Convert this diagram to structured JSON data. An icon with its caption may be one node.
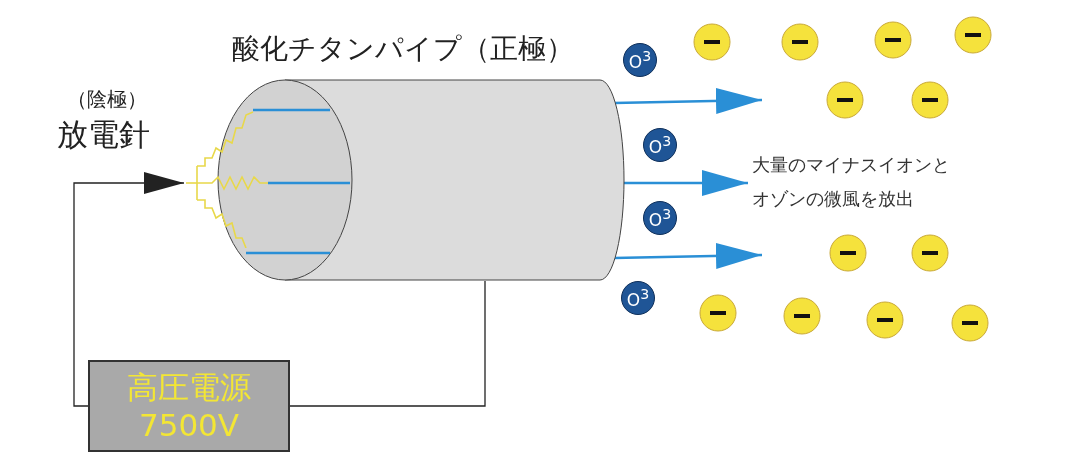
{
  "diagram": {
    "nodes": [
      {
        "text": [
          "（陰極）",
          "放電針"
        ]
      },
      {
        "text": [
          "酸化チタンパイプ（正極）"
        ]
      },
      {
        "text": [
          "O$^{3}$"
        ]
      },
      {
        "text": [
          "O$^{3}$"
        ]
      },
      {
        "text": [
          "O$^{3}$"
        ]
      },
      {
        "text": [
          "O$^{3}$"
        ]
      },
      {
        "text": [
          "大量のマイナスイオンとオゾンの微風を放出"
        ]
      },
      {
        "text": [
          "高圧電源",
          "7500V"
        ]
      }
    ],
    "edges": [
      {
        "from": 7,
        "to": 0,
        "arrow": "to",
        "color": "#222222"
      },
      {
        "from": 7,
        "to": 1,
        "arrow": "none",
        "color": "#222222"
      },
      {
        "from": 1,
        "to": null,
        "arrow": "to"
      },
      {
        "from": 1,
        "to": 6,
        "arrow": "to"
      },
      {
        "from": 1,
        "to": null,
        "arrow": "to"
      }
    ]
  }
}
